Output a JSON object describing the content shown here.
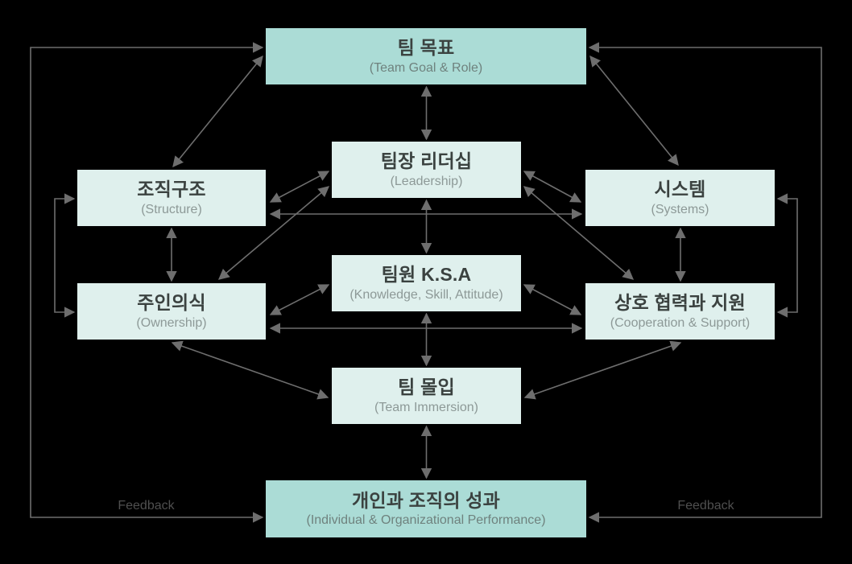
{
  "diagram": {
    "background": "#000000",
    "colors": {
      "box_accent": "#abdcd6",
      "box_light": "#dff0ed",
      "title_text": "#3b4240",
      "subtitle_text_accent": "#6f827e",
      "subtitle_text_light": "#8d9997",
      "arrow": "#6e6e6e",
      "feedback_text": "#4f4f4f"
    }
  },
  "nodes": {
    "goal": {
      "title": "팀 목표",
      "subtitle": "(Team Goal & Role)"
    },
    "leadership": {
      "title": "팀장 리더십",
      "subtitle": "(Leadership)"
    },
    "structure": {
      "title": "조직구조",
      "subtitle": "(Structure)"
    },
    "systems": {
      "title": "시스템",
      "subtitle": "(Systems)"
    },
    "ksa": {
      "title": "팀원 K.S.A",
      "subtitle": "(Knowledge, Skill, Attitude)"
    },
    "ownership": {
      "title": "주인의식",
      "subtitle": "(Ownership)"
    },
    "cooperation": {
      "title": "상호 협력과 지원",
      "subtitle": "(Cooperation & Support)"
    },
    "immersion": {
      "title": "팀 몰입",
      "subtitle": "(Team Immersion)"
    },
    "performance": {
      "title": "개인과 조직의 성과",
      "subtitle": "(Individual & Organizational Performance)"
    }
  },
  "labels": {
    "feedback_left": "Feedback",
    "feedback_right": "Feedback"
  },
  "edges": [
    {
      "from": "goal",
      "to": "leadership",
      "bidirectional": true
    },
    {
      "from": "goal",
      "to": "structure",
      "bidirectional": true
    },
    {
      "from": "goal",
      "to": "systems",
      "bidirectional": true
    },
    {
      "from": "leadership",
      "to": "ksa",
      "bidirectional": true
    },
    {
      "from": "leadership",
      "to": "structure",
      "bidirectional": true
    },
    {
      "from": "leadership",
      "to": "systems",
      "bidirectional": true
    },
    {
      "from": "leadership",
      "to": "ownership",
      "bidirectional": true
    },
    {
      "from": "leadership",
      "to": "cooperation",
      "bidirectional": true
    },
    {
      "from": "structure",
      "to": "ownership",
      "bidirectional": true
    },
    {
      "from": "structure",
      "to": "systems",
      "bidirectional": true
    },
    {
      "from": "systems",
      "to": "cooperation",
      "bidirectional": true
    },
    {
      "from": "ksa",
      "to": "ownership",
      "bidirectional": true
    },
    {
      "from": "ksa",
      "to": "cooperation",
      "bidirectional": true
    },
    {
      "from": "ksa",
      "to": "immersion",
      "bidirectional": true
    },
    {
      "from": "ownership",
      "to": "cooperation",
      "bidirectional": true
    },
    {
      "from": "ownership",
      "to": "immersion",
      "bidirectional": true
    },
    {
      "from": "cooperation",
      "to": "immersion",
      "bidirectional": true
    },
    {
      "from": "immersion",
      "to": "performance",
      "bidirectional": true
    },
    {
      "from": "performance",
      "to": "goal",
      "via": "left",
      "label": "Feedback",
      "bidirectional": true
    },
    {
      "from": "performance",
      "to": "goal",
      "via": "right",
      "label": "Feedback",
      "bidirectional": true
    }
  ]
}
